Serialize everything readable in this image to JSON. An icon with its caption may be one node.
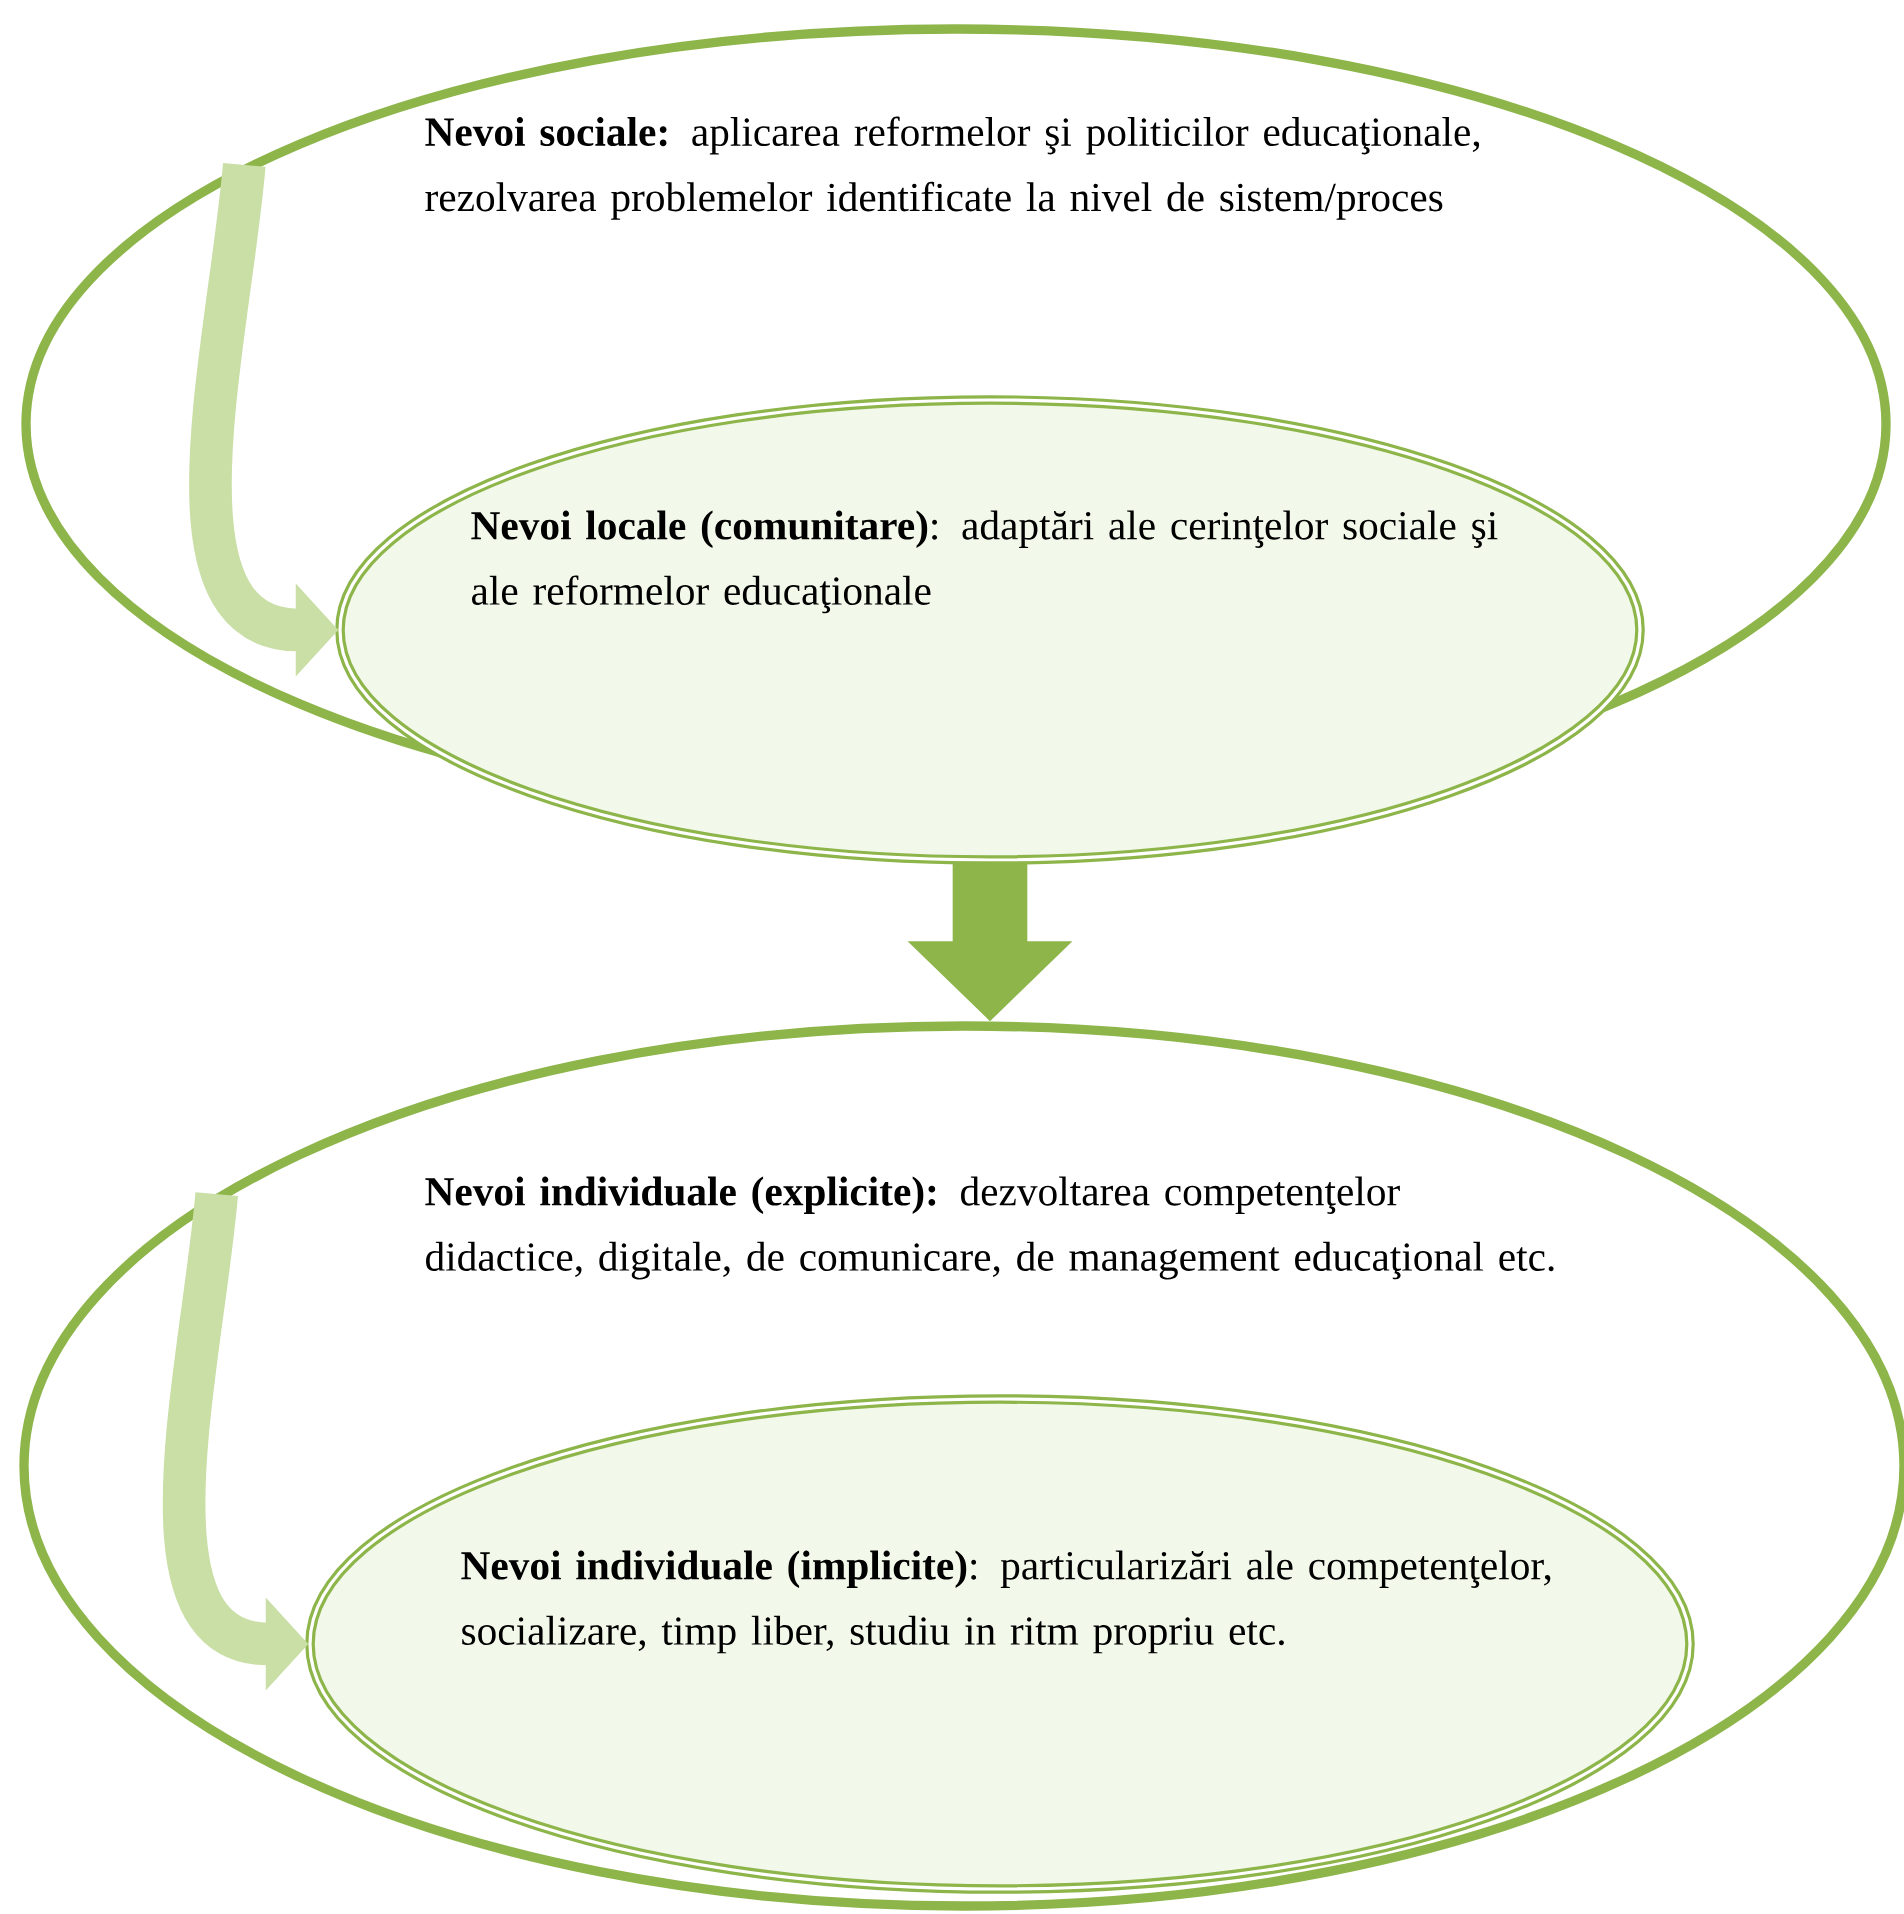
{
  "diagram": {
    "nodes": [
      {
        "text": [
          "**Nevoi sociale:** aplicarea reformelor şi politicilor educaţionale, rezolvarea problemelor identificate la nivel de sistem/proces"
        ]
      },
      {
        "text": [
          "**Nevoi locale (comunitare)**: adaptări ale cerinţelor sociale şi ale reformelor educaţionale"
        ],
        "in": 0
      },
      {
        "text": [
          "**Nevoi individuale (explicite):** dezvoltarea competenţelor didactice, digitale, de comunicare, de management educaţional etc."
        ]
      },
      {
        "text": [
          "**Nevoi individuale (implicite)**: particularizări ale competenţelor,  socializare, timp liber, studiu in ritm propriu etc."
        ],
        "in": 2
      }
    ],
    "edges": [
      {
        "from": 0,
        "to": 1,
        "arrow": "to",
        "color": "#c9dfa6"
      },
      {
        "from": 1,
        "to": 2,
        "arrow": "to",
        "color": "#8db54a"
      },
      {
        "from": 2,
        "to": 3,
        "arrow": "to",
        "color": "#c9dfa6"
      }
    ]
  }
}
